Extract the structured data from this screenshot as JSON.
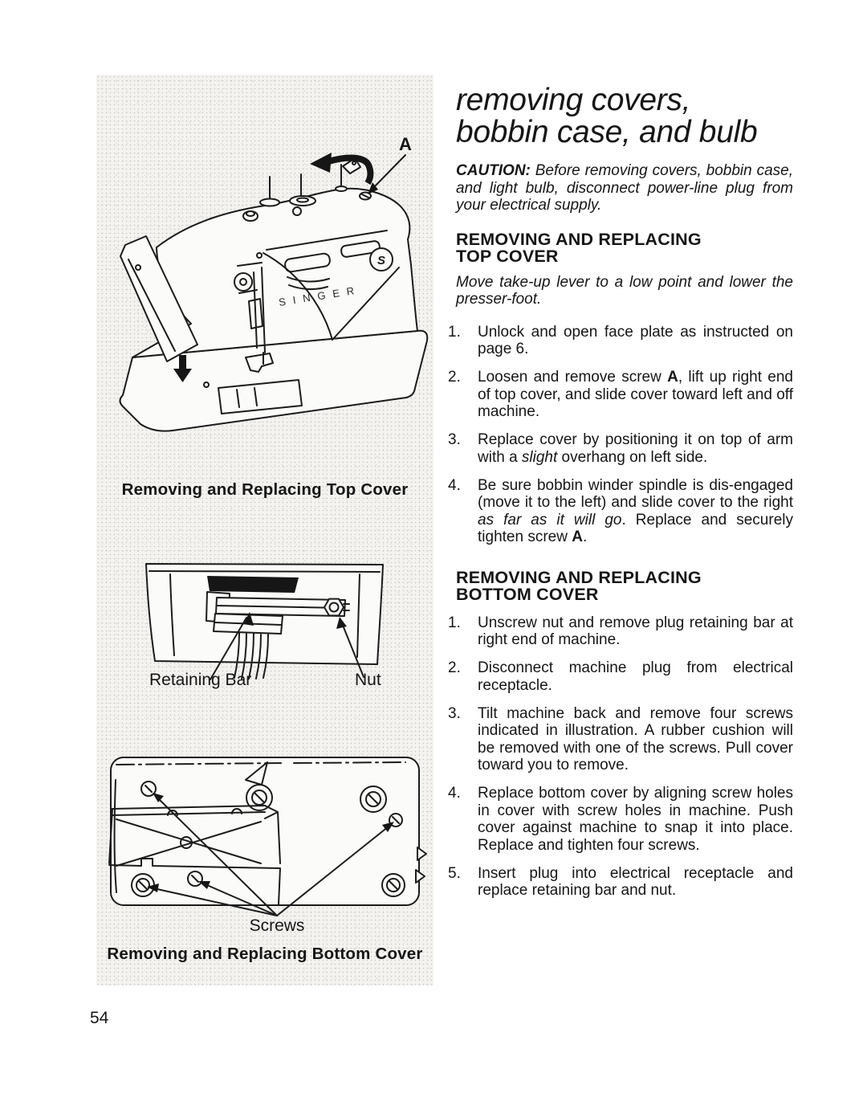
{
  "page": {
    "number": "54"
  },
  "colors": {
    "ink": "#161616",
    "panel_bg": "#f4f3f0",
    "paper": "#ffffff"
  },
  "title": {
    "line1": "removing covers,",
    "line2": "bobbin case, and bulb"
  },
  "caution": {
    "segments": [
      {
        "t": "CAUTION: ",
        "b": true,
        "i": true
      },
      {
        "t": "Before removing covers, bobbin case, and light bulb, disconnect power-line plug from your electrical supply.",
        "i": true
      }
    ]
  },
  "sections": [
    {
      "heading_line1": "REMOVING AND REPLACING",
      "heading_line2": "TOP COVER",
      "note": "Move take-up lever to a low point and lower the presser-foot.",
      "items": [
        {
          "num": "1.",
          "segments": [
            {
              "t": "Unlock and open face plate as instructed on page 6."
            }
          ]
        },
        {
          "num": "2.",
          "segments": [
            {
              "t": "Loosen and remove screw "
            },
            {
              "t": "A",
              "b": true
            },
            {
              "t": ", lift up right end of top cover, and slide cover toward left and off machine."
            }
          ]
        },
        {
          "num": "3.",
          "segments": [
            {
              "t": "Replace cover by positioning it on top of arm with a "
            },
            {
              "t": "slight",
              "i": true
            },
            {
              "t": " overhang on left side."
            }
          ]
        },
        {
          "num": "4.",
          "segments": [
            {
              "t": "Be sure bobbin winder spindle is dis-engaged (move it to the left) and slide cover to the right "
            },
            {
              "t": "as far as it will go",
              "i": true
            },
            {
              "t": ". Replace and securely tighten screw "
            },
            {
              "t": "A",
              "b": true
            },
            {
              "t": "."
            }
          ]
        }
      ]
    },
    {
      "heading_line1": "REMOVING AND REPLACING",
      "heading_line2": "BOTTOM COVER",
      "note": "",
      "items": [
        {
          "num": "1.",
          "segments": [
            {
              "t": "Unscrew nut and remove plug retaining bar at right end of machine."
            }
          ]
        },
        {
          "num": "2.",
          "segments": [
            {
              "t": "Disconnect machine plug from electrical receptacle."
            }
          ]
        },
        {
          "num": "3.",
          "segments": [
            {
              "t": "Tilt machine back and remove four screws indicated in illustration. A rubber cushion will be removed with one of the screws. Pull cover toward you to remove."
            }
          ]
        },
        {
          "num": "4.",
          "segments": [
            {
              "t": "Replace bottom cover by aligning screw holes in cover with screw holes in machine. Push cover against machine to snap it into place. Replace and tighten four screws."
            }
          ]
        },
        {
          "num": "5.",
          "segments": [
            {
              "t": "Insert plug into electrical receptacle and replace retaining bar and nut."
            }
          ]
        }
      ]
    }
  ],
  "figures": {
    "top_cover": {
      "caption": "Removing and Replacing Top Cover",
      "screw_label": "A",
      "brand": "SINGER",
      "dial_letter": "S"
    },
    "retaining_bar": {
      "label_bar": "Retaining Bar",
      "label_nut": "Nut"
    },
    "bottom_cover": {
      "label_screws": "Screws",
      "caption": "Removing and Replacing Bottom Cover"
    }
  }
}
